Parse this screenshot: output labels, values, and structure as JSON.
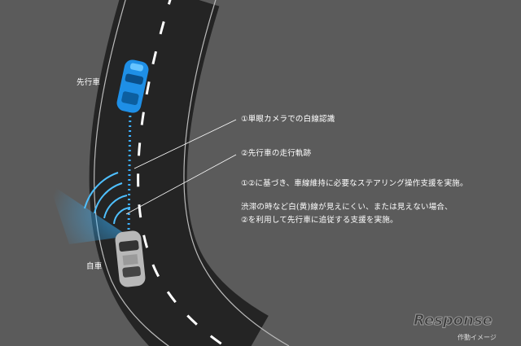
{
  "labels": {
    "lead_vehicle": "先行車",
    "own_vehicle": "自車",
    "callout_1": "①単眼カメラでの白線認識",
    "callout_2": "②先行車の走行軌跡",
    "description_1": "①②に基づき、車線維持に必要なステアリング操作支援を実施。",
    "description_2_line1": "渋滞の時など白(黄)線が見えにくい、または見えない場合、",
    "description_2_line2": "②を利用して先行車に追従する支援を実施。"
  },
  "watermark": {
    "logo": "Response",
    "caption": "作動イメージ"
  },
  "colors": {
    "background": "#5b5b5b",
    "road": "#242424",
    "sensor": "#2aa8ff",
    "lead_car": "#1e8fe6"
  }
}
